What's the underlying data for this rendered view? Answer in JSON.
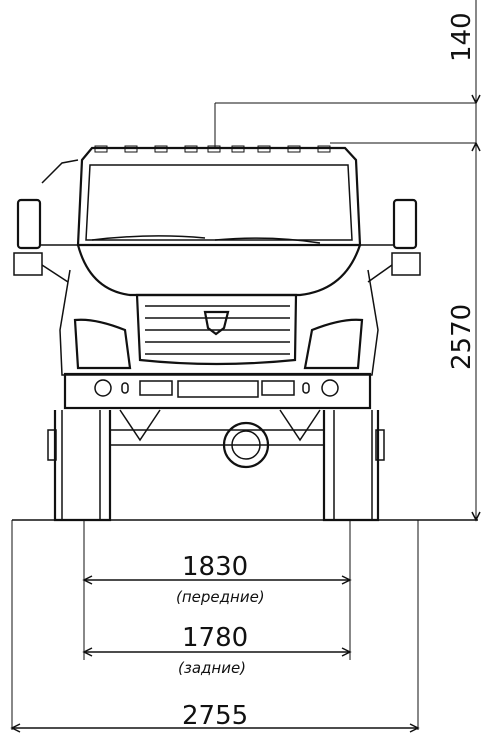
{
  "drawing": {
    "subject": "truck-front-view",
    "dimensions": {
      "top_offset": "140",
      "height": "2570",
      "front_track": "1830",
      "front_track_note": "(передние)",
      "rear_track": "1780",
      "rear_track_note": "(задние)",
      "overall_width": "2755"
    }
  }
}
